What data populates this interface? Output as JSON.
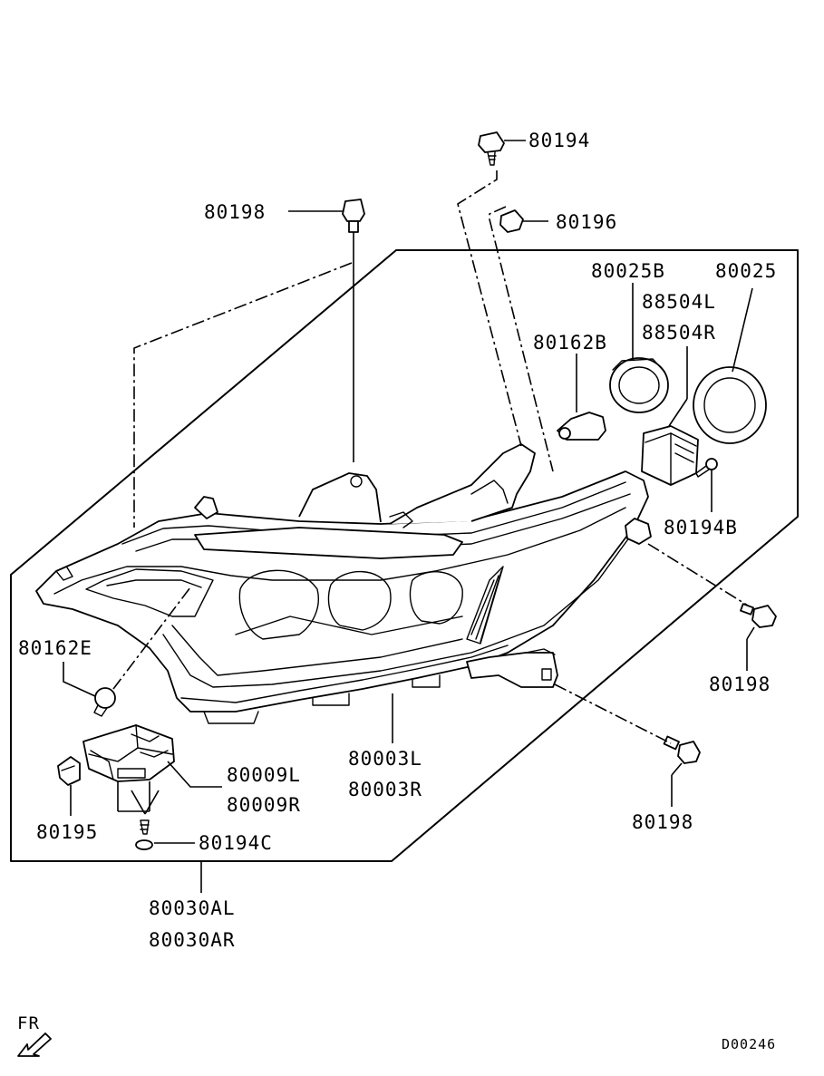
{
  "diagram": {
    "id_code": "D00246",
    "direction_label": "FR",
    "callouts": [
      {
        "key": "p80194",
        "text": "80194"
      },
      {
        "key": "p80198_top",
        "text": "80198"
      },
      {
        "key": "p80196",
        "text": "80196"
      },
      {
        "key": "p80025B",
        "text": "80025B"
      },
      {
        "key": "p80025",
        "text": "80025"
      },
      {
        "key": "p88504L",
        "text": "88504L"
      },
      {
        "key": "p88504R",
        "text": "88504R"
      },
      {
        "key": "p80162B",
        "text": "80162B"
      },
      {
        "key": "p80194B",
        "text": "80194B"
      },
      {
        "key": "p80162E",
        "text": "80162E"
      },
      {
        "key": "p80198_right",
        "text": "80198"
      },
      {
        "key": "p80003L",
        "text": "80003L"
      },
      {
        "key": "p80003R",
        "text": "80003R"
      },
      {
        "key": "p80009L",
        "text": "80009L"
      },
      {
        "key": "p80009R",
        "text": "80009R"
      },
      {
        "key": "p80198_bottom",
        "text": "80198"
      },
      {
        "key": "p80195",
        "text": "80195"
      },
      {
        "key": "p80194C",
        "text": "80194C"
      },
      {
        "key": "p80030AL",
        "text": "80030AL"
      },
      {
        "key": "p80030AR",
        "text": "80030AR"
      }
    ]
  }
}
